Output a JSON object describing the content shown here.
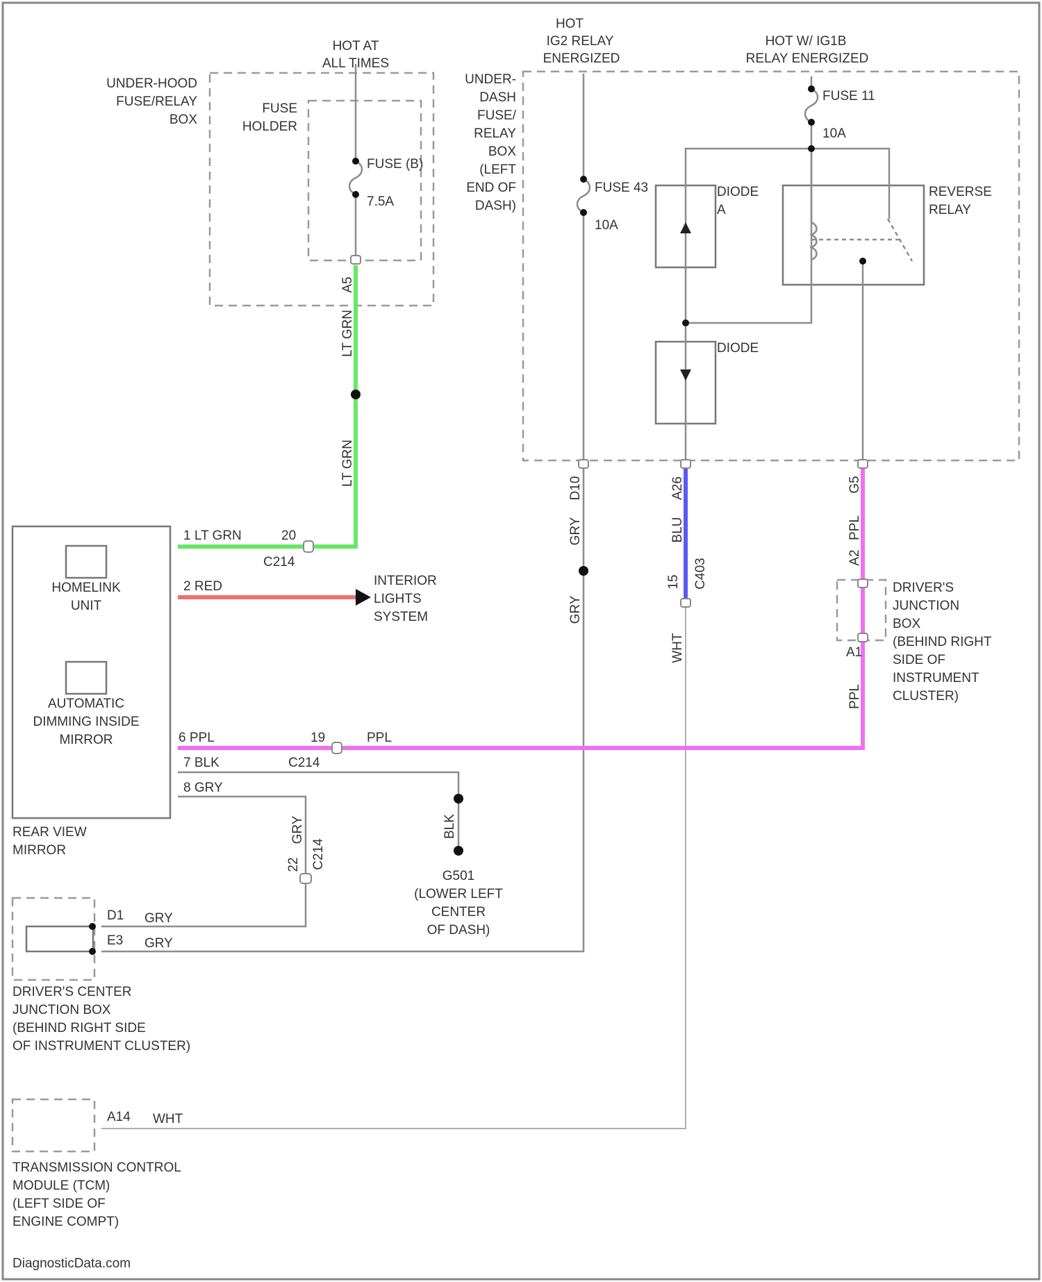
{
  "colors": {
    "lt_grn": "#66e866",
    "red": "#f07070",
    "blu": "#5a5af0",
    "ppl": "#f070f0",
    "blk": "#777777",
    "gry": "#9a9a9a",
    "wht": "#c8c8c8"
  },
  "sources": {
    "hot_all_times": [
      "HOT AT",
      "ALL TIMES"
    ],
    "hot_ig2": [
      "HOT",
      "IG2 RELAY",
      "ENERGIZED"
    ],
    "hot_acc": [
      "HOT W/ IG1B",
      "RELAY ENERGIZED"
    ]
  },
  "components": {
    "underhood_box": [
      "UNDER-HOOD",
      "FUSE/RELAY",
      "BOX"
    ],
    "fuse_holder": [
      "FUSE",
      "HOLDER"
    ],
    "fuse_b": {
      "name": "FUSE (B)",
      "rating": "7.5A"
    },
    "underdash_box": [
      "UNDER-",
      "DASH",
      "FUSE/",
      "RELAY",
      "BOX",
      "(LEFT",
      "END OF",
      "DASH)"
    ],
    "fuse_43": {
      "name": "FUSE 43",
      "rating": "10A"
    },
    "fuse_11": {
      "name": "FUSE 11",
      "rating": "10A"
    },
    "diode_a": [
      "DIODE",
      "A"
    ],
    "diode": "DIODE",
    "reverse_relay": [
      "REVERSE",
      "RELAY"
    ],
    "mirror_units": {
      "homelink": [
        "HOMELINK",
        "UNIT"
      ],
      "auto_dim": [
        "AUTOMATIC",
        "DIMMING INSIDE",
        "MIRROR"
      ]
    },
    "rear_view_mirror": [
      "REAR VIEW",
      "MIRROR"
    ],
    "interior_lights": [
      "INTERIOR",
      "LIGHTS",
      "SYSTEM"
    ],
    "ground_g501": [
      "G501",
      "(LOWER LEFT",
      "CENTER",
      "OF DASH)"
    ],
    "drivers_jbox": [
      "DRIVER'S",
      "JUNCTION",
      "BOX",
      "(BEHIND RIGHT",
      "SIDE OF",
      "INSTRUMENT",
      "CLUSTER)"
    ],
    "drivers_center_jbox": [
      "DRIVER'S CENTER",
      "JUNCTION BOX",
      "(BEHIND RIGHT SIDE",
      "OF INSTRUMENT CLUSTER)"
    ],
    "tcm": [
      "TRANSMISSION CONTROL",
      "MODULE (TCM)",
      "(LEFT SIDE OF",
      "ENGINE COMPT)"
    ]
  },
  "wire_labels": {
    "ltgrn_pin": "A5",
    "ltgrn_1": "LT GRN",
    "ltgrn_2": "LT GRN",
    "gry_pin": "D10",
    "gry_v1": "GRY",
    "gry_v2": "GRY",
    "blu_pin": "A26",
    "blu_v": "BLU",
    "blu_conn": "C403",
    "blu_conn_pin": "15",
    "wht_v": "WHT",
    "ppl_pin": "G5",
    "ppl_v1": "PPL",
    "ppl_jb_pin": "A2",
    "ppl_jb2_pin": "A1",
    "ppl_v2": "PPL",
    "p1": "1 LT GRN",
    "p1_conn_pin": "20",
    "c214a": "C214",
    "p2": "2 RED",
    "p6": "6 PPL",
    "p6_conn_pin": "19",
    "p6_after": "PPL",
    "p7": "7 BLK",
    "c214b": "C214",
    "p8": "8 GRY",
    "blk_v": "BLK",
    "gry8_v": "GRY",
    "c214c": "C214",
    "c214c_pin": "22",
    "jb_d1": "D1",
    "jb_e3": "E3",
    "jb_gry1": "GRY",
    "jb_gry2": "GRY",
    "tcm_pin": "A14",
    "tcm_wht": "WHT"
  },
  "footer": "DiagnosticData.com"
}
